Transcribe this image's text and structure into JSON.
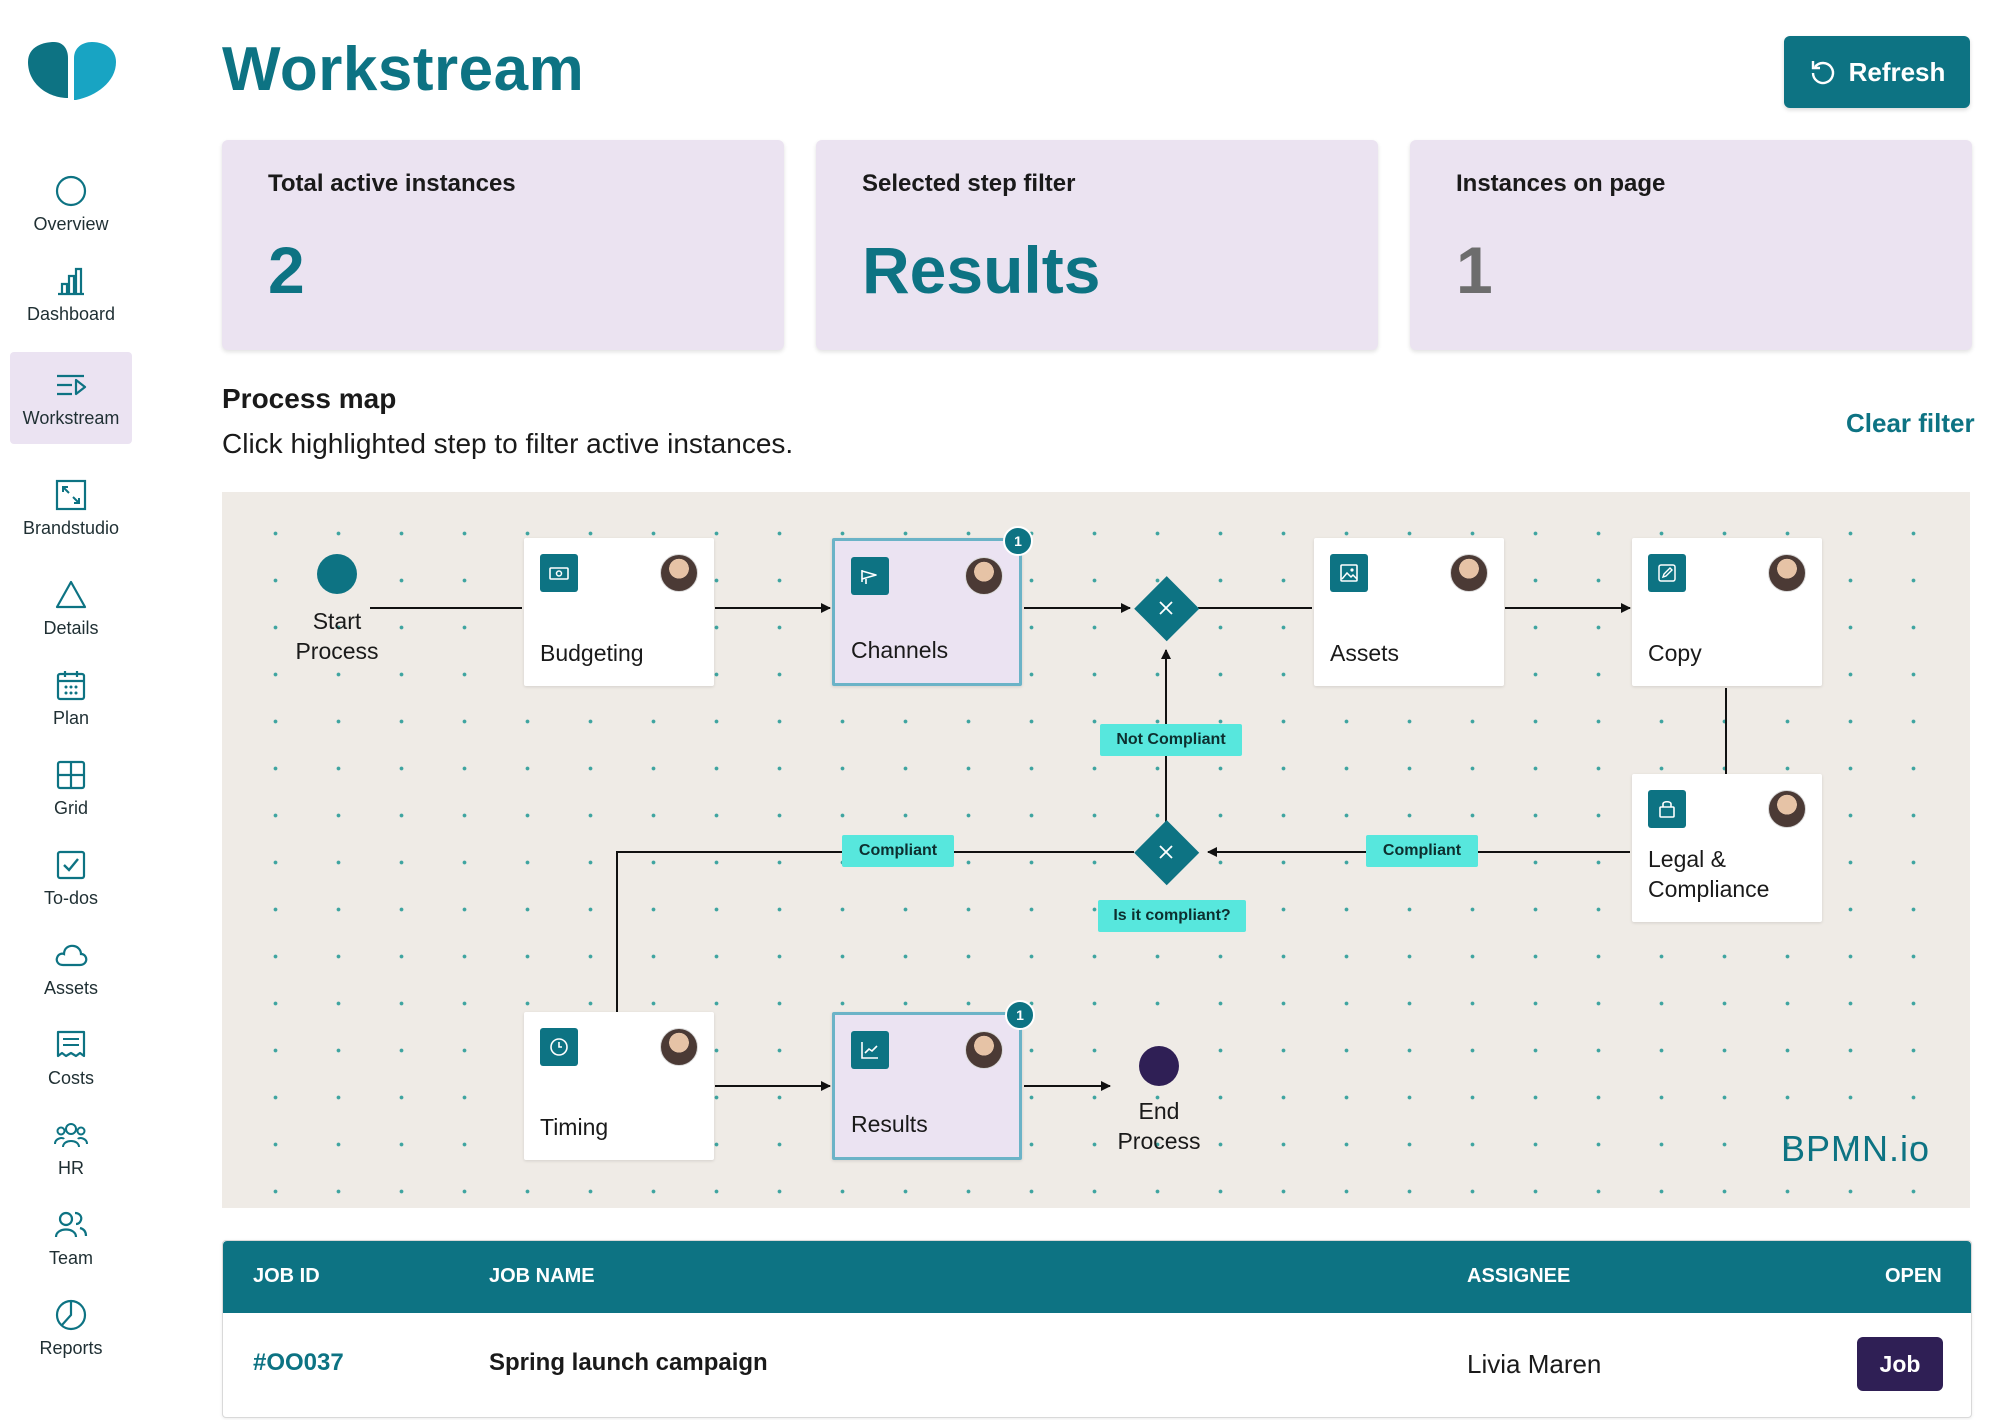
{
  "brand": {
    "logo_colors": [
      "#0d7383",
      "#18a4c3"
    ]
  },
  "sidebar": {
    "items": [
      {
        "label": "Overview",
        "icon": "circle-icon"
      },
      {
        "label": "Dashboard",
        "icon": "bar-chart-icon"
      },
      {
        "label": "Workstream",
        "icon": "workstream-icon",
        "active": true
      },
      {
        "label": "Brandstudio",
        "icon": "expand-icon"
      },
      {
        "label": "Details",
        "icon": "triangle-icon"
      },
      {
        "label": "Plan",
        "icon": "calendar-icon"
      },
      {
        "label": "Grid",
        "icon": "grid-icon"
      },
      {
        "label": "To-dos",
        "icon": "checkbox-icon"
      },
      {
        "label": "Assets",
        "icon": "cloud-icon"
      },
      {
        "label": "Costs",
        "icon": "receipt-icon"
      },
      {
        "label": "HR",
        "icon": "people-icon"
      },
      {
        "label": "Team",
        "icon": "team-icon"
      },
      {
        "label": "Reports",
        "icon": "pie-chart-icon"
      }
    ]
  },
  "header": {
    "title": "Workstream",
    "refresh_label": "Refresh"
  },
  "stats": [
    {
      "label": "Total active instances",
      "value": "2"
    },
    {
      "label": "Selected step filter",
      "value": "Results"
    },
    {
      "label": "Instances on page",
      "value": "1"
    }
  ],
  "process_map": {
    "title": "Process map",
    "subtitle": "Click highlighted step to filter active instances.",
    "clear_filter_label": "Clear filter",
    "start_label_1": "Start",
    "start_label_2": "Process",
    "end_label_1": "End",
    "end_label_2": "Process",
    "tasks": {
      "budgeting": "Budgeting",
      "channels": "Channels",
      "assets": "Assets",
      "copy": "Copy",
      "legal_1": "Legal &",
      "legal_2": "Compliance",
      "timing": "Timing",
      "results": "Results"
    },
    "badges": {
      "channels": "1",
      "results": "1"
    },
    "flow_labels": {
      "not_compliant": "Not Compliant",
      "compliant_left": "Compliant",
      "compliant_right": "Compliant",
      "is_compliant": "Is it compliant?"
    },
    "watermark": "BPMN.io",
    "colors": {
      "accent": "#0d7383",
      "highlight_fill": "#ebe3f2",
      "tag": "#57e7dd",
      "end_event": "#2f1f55"
    }
  },
  "table": {
    "headers": {
      "job_id": "JOB ID",
      "job_name": "JOB NAME",
      "assignee": "ASSIGNEE",
      "open": "OPEN"
    },
    "rows": [
      {
        "job_id": "#OO037",
        "job_name": "Spring launch campaign",
        "assignee": "Livia Maren",
        "open_label": "Job"
      }
    ]
  }
}
